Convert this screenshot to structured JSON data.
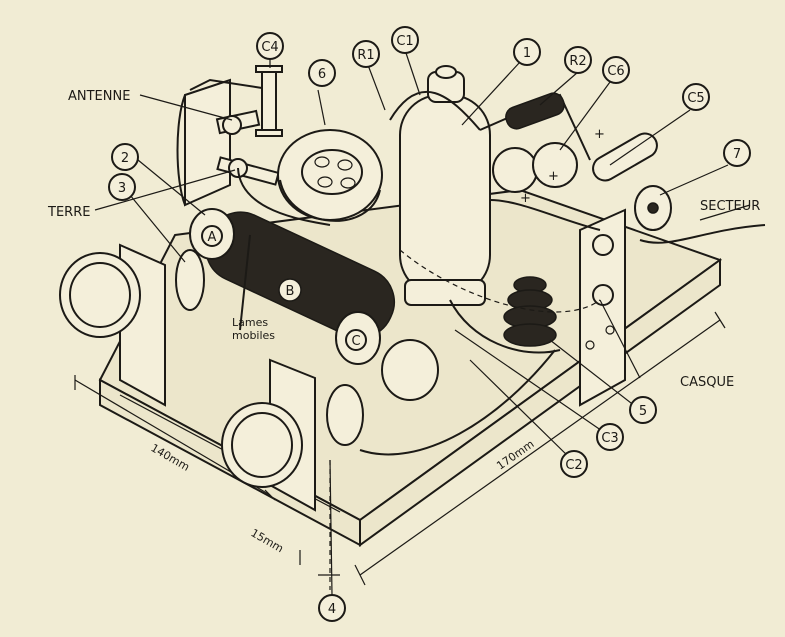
{
  "labels": {
    "c4": "C4",
    "r1": "R1",
    "c1": "C1",
    "n1": "1",
    "r2": "R2",
    "c6": "C6",
    "n6": "6",
    "c5": "C5",
    "n7": "7",
    "n2": "2",
    "n3": "3",
    "antenne": "ANTENNE",
    "terre": "TERRE",
    "secteur": "SECTEUR",
    "casque": "CASQUE",
    "a": "A",
    "b": "B",
    "c": "C",
    "lames": "Lames",
    "mobiles": "mobiles",
    "n5": "5",
    "c3": "C3",
    "c2": "C2",
    "n4": "4",
    "plus1": "+",
    "plus2": "+",
    "plus3": "+"
  },
  "dimensions": {
    "d140": "140mm",
    "d170": "170mm",
    "d15": "15mm"
  },
  "colors": {
    "paper": "#f1ecd4",
    "ink": "#1c1a16",
    "board": "#ece6cb"
  }
}
